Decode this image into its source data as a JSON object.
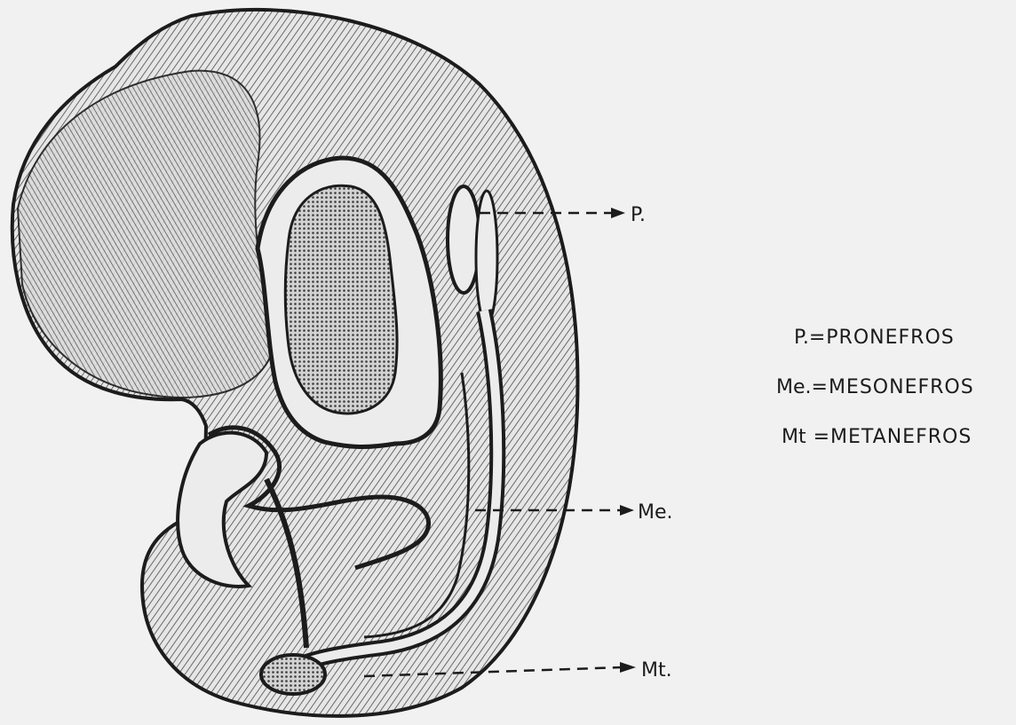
{
  "labels": {
    "pronefros": "P.",
    "mesonefros": "Me.",
    "metanefros": "Mt."
  },
  "legend": [
    {
      "abbr": "P.",
      "term": "PRONEFROS"
    },
    {
      "abbr": "Me.",
      "term": "MESONEFROS"
    },
    {
      "abbr": "Mt",
      "term": "METANEFROS"
    }
  ],
  "colors": {
    "background": "#f1f1f1",
    "ink": "#1c1c1c",
    "hatching": "#3a3a3a"
  }
}
